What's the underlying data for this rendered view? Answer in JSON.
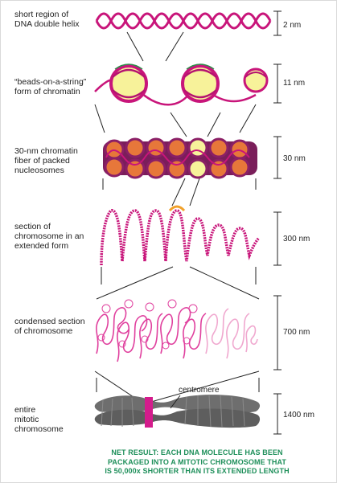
{
  "levels": [
    {
      "label": "short region of\nDNA double helix",
      "scale": "2 nm"
    },
    {
      "label": "“beads-on-a-string”\nform of chromatin",
      "scale": "11 nm"
    },
    {
      "label": "30-nm chromatin\nfiber of packed\nnucleosomes",
      "scale": "30 nm"
    },
    {
      "label": "section of\nchromosome in an\nextended form",
      "scale": "300 nm"
    },
    {
      "label": "condensed section\nof chromosome",
      "scale": "700 nm"
    },
    {
      "label": "entire\nmitotic\nchromosome",
      "scale": "1400 nm"
    }
  ],
  "centromere_label": "centromere",
  "caption": "NET RESULT: EACH DNA MOLECULE HAS BEEN\nPACKAGED INTO A MITOTIC CHROMOSOME THAT\nIS 50,000x SHORTER THAN ITS EXTENDED LENGTH",
  "colors": {
    "dna": "#c8157a",
    "histone": "#f7f29a",
    "histone_core": "#e7773a",
    "chromosome": "#6e6e6e",
    "centromere_band": "#d41c8c",
    "caption": "#1e8f5a"
  }
}
